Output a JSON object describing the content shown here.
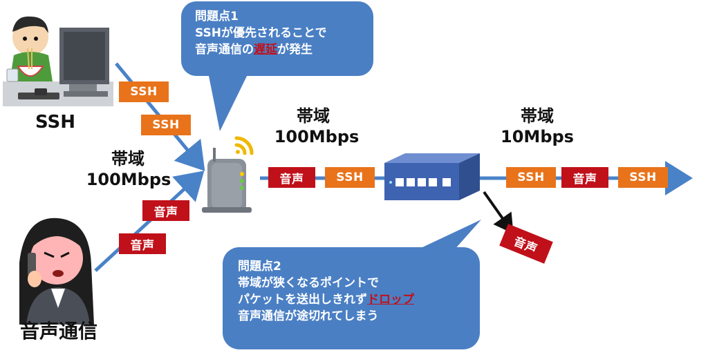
{
  "labels": {
    "ssh_user": "SSH",
    "voice_user": "音声通信",
    "band_left_title": "帯域",
    "band_left_value": "100Mbps",
    "band_mid_title": "帯域",
    "band_mid_value": "100Mbps",
    "band_right_title": "帯域",
    "band_right_value": "10Mbps"
  },
  "packets": {
    "ssh": "SSH",
    "voice": "音声"
  },
  "callout1": {
    "title": "問題点1",
    "line1": "SSHが優先されることで",
    "line2_pre": "音声通信の",
    "line2_hl": "遅延",
    "line2_post": "が発生"
  },
  "callout2": {
    "title": "問題点2",
    "line1": "帯域が狭くなるポイントで",
    "line2_pre": "パケットを送出しきれず",
    "line2_hl": "ドロップ",
    "line3": "音声通信が途切れてしまう"
  },
  "colors": {
    "arrow": "#4a82c8",
    "callout": "#4a7fc4",
    "ssh_packet": "#e8731a",
    "voice_packet": "#c0101a",
    "highlight": "#c0101a"
  }
}
